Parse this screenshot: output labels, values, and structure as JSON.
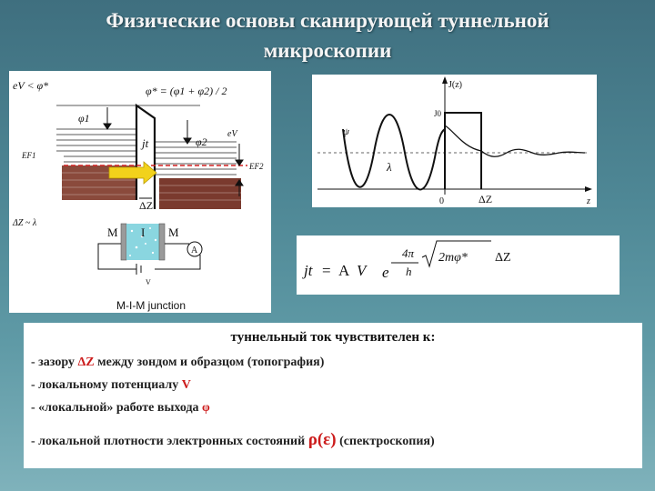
{
  "title": {
    "line1": "Физические основы сканирующей туннельной",
    "line2": "микроскопии"
  },
  "energy_diagram": {
    "eV_condition": "eV < φ*",
    "phi_star_formula": "φ* = (φ1 + φ2) / 2",
    "phi1_label": "φ1",
    "phi2_label": "φ2",
    "current_label": "jt",
    "eV_label": "eV",
    "fermi_left": "EF1",
    "fermi_right": "EF2",
    "gap_label": "ΔZ",
    "gap_condition": "ΔZ ~ λ"
  },
  "junction": {
    "metal_left": "M",
    "insulator": "I",
    "metal_right": "M",
    "ammeter": "A",
    "battery": "V",
    "caption": "M-I-M junction"
  },
  "wave_graph": {
    "y_axis_label": "J(z)",
    "j0_label": "J0",
    "psi_label": "ψ",
    "lambda_label": "λ",
    "origin_label": "0",
    "gap_label": "ΔZ",
    "x_axis_label": "z"
  },
  "formula": {
    "lhs": "jt",
    "equals": "=",
    "A": "A",
    "V": "V",
    "e": "e",
    "exponent_numerator": "4π",
    "exponent_denominator": "h",
    "root_content": "2mφ*",
    "trailing": "ΔZ"
  },
  "sensitivity": {
    "heading": "туннельный ток чувствителен к:",
    "items": [
      {
        "pre": "- зазору ",
        "highlight": "ΔZ",
        "post": " между зондом и образцом (топография)"
      },
      {
        "pre": "- локальному потенциалу ",
        "highlight": "V",
        "post": ""
      },
      {
        "pre": "- «локальной» работе выхода ",
        "highlight": "φ",
        "post": ""
      },
      {
        "pre": "- локальной плотности электронных состояний ",
        "highlight": "ρ(ε)",
        "post": " (спектроскопия)"
      }
    ]
  },
  "colors": {
    "highlight": "#cc1c1c",
    "metal_fill": "#8a4a3c",
    "probe_arrow": "#f2d21b",
    "fermi_dashed": "#d02020",
    "insulator_fill": "#8ad6e0"
  }
}
